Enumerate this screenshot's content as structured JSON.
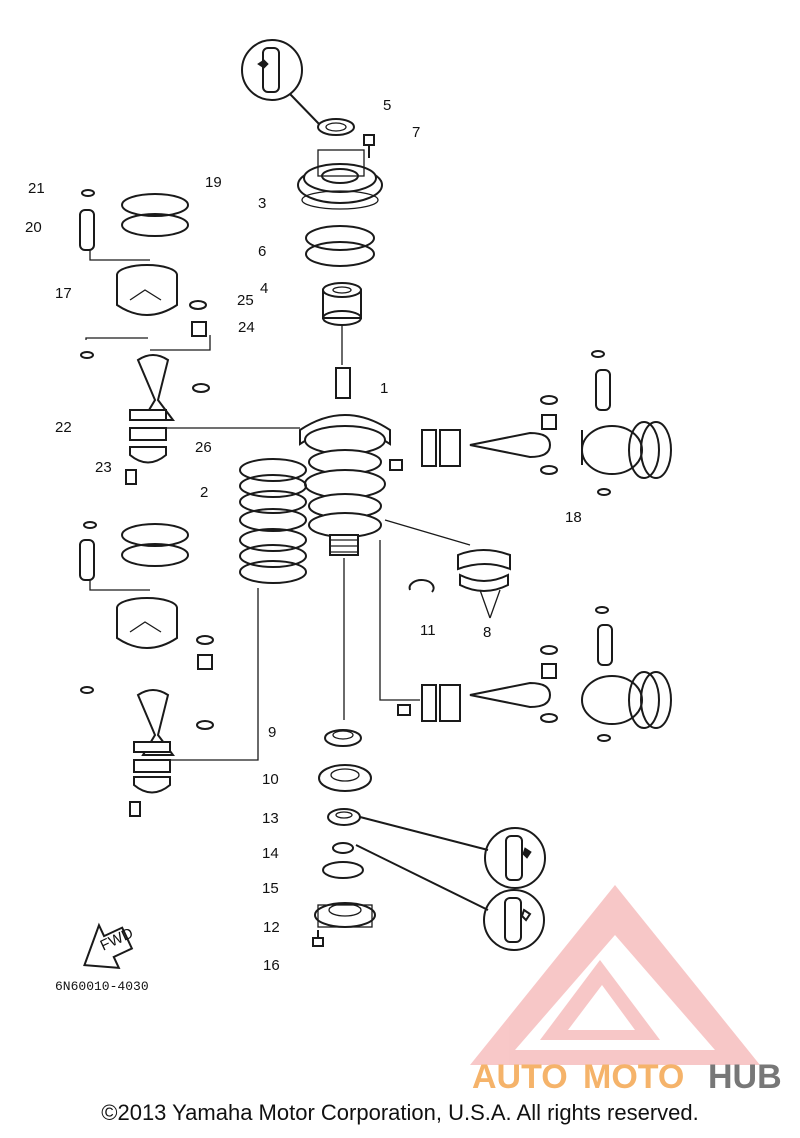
{
  "callouts": [
    {
      "label": "1"
    },
    {
      "label": "2"
    },
    {
      "label": "3"
    },
    {
      "label": "4"
    },
    {
      "label": "5"
    },
    {
      "label": "6"
    },
    {
      "label": "7"
    },
    {
      "label": "8"
    },
    {
      "label": "9"
    },
    {
      "label": "10"
    },
    {
      "label": "11"
    },
    {
      "label": "12"
    },
    {
      "label": "13"
    },
    {
      "label": "14"
    },
    {
      "label": "15"
    },
    {
      "label": "16"
    },
    {
      "label": "17"
    },
    {
      "label": "18"
    },
    {
      "label": "19"
    },
    {
      "label": "20"
    },
    {
      "label": "21"
    },
    {
      "label": "22"
    },
    {
      "label": "23"
    },
    {
      "label": "24"
    },
    {
      "label": "25"
    },
    {
      "label": "26"
    }
  ],
  "fwd_label": "FWD",
  "diagram_code": "6N60010-4030",
  "watermark": {
    "part1": "AUTO",
    "part2": "MOTO",
    "part3": "HUB",
    "color": "#f29a9a"
  },
  "copyright": "©2013 Yamaha Motor Corporation, U.S.A. All rights reserved."
}
